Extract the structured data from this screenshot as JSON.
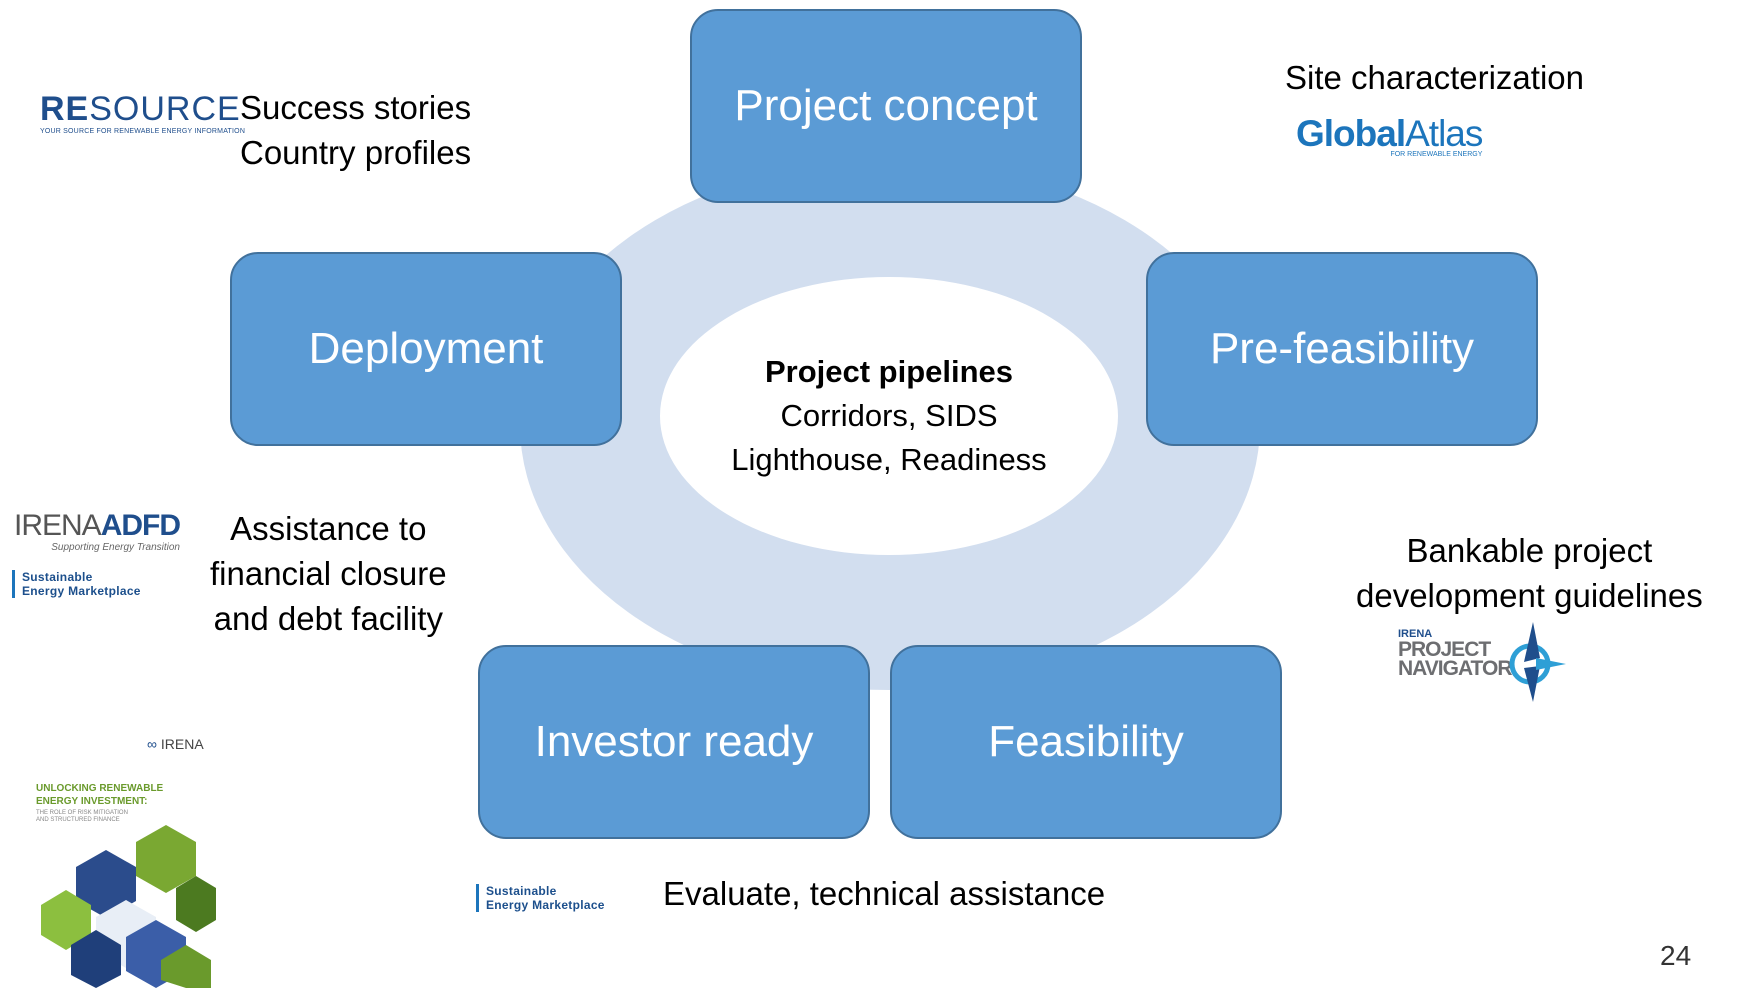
{
  "center": {
    "title": "Project pipelines",
    "line1": "Corridors, SIDS",
    "line2": "Lighthouse,  Readiness"
  },
  "stages": {
    "concept": "Project concept",
    "prefeasibility": "Pre-feasibility",
    "feasibility": "Feasibility",
    "investor": "Investor ready",
    "deployment": "Deployment"
  },
  "notes": {
    "top_left_1": "Success stories",
    "top_left_2": "Country profiles",
    "top_right": "Site characterization",
    "mid_left_1": "Assistance to",
    "mid_left_2": "financial closure",
    "mid_left_3": "and debt facility",
    "mid_right_1": "Bankable project",
    "mid_right_2": "development guidelines",
    "bottom": "Evaluate, technical assistance"
  },
  "logos": {
    "resource_word_bold": "RE",
    "resource_word_rest": "SOURCE",
    "resource_tag": "YOUR SOURCE FOR RENEWABLE ENERGY INFORMATION",
    "globalatlas_bold": "Global",
    "globalatlas_rest": "Atlas",
    "globalatlas_tag": "FOR RENEWABLE ENERGY",
    "adfd_irena": "IRENA",
    "adfd_name": "ADFD",
    "adfd_tag": "Supporting Energy Transition",
    "sem_line1": "Sustainable",
    "sem_line2": "Energy Marketplace",
    "navigator_irena": "IRENA",
    "navigator_line1": "PROJECT",
    "navigator_line2": "NAVIGATOR",
    "report_org": "IRENA",
    "report_title_1": "UNLOCKING RENEWABLE",
    "report_title_2": "ENERGY INVESTMENT:",
    "report_sub_1": "THE ROLE OF RISK MITIGATION",
    "report_sub_2": "AND STRUCTURED FINANCE"
  },
  "colors": {
    "stage_fill": "#5b9bd5",
    "stage_border": "#41719c",
    "ring": "#d2deef",
    "brand_blue": "#1c75bc"
  },
  "page_number": "24"
}
